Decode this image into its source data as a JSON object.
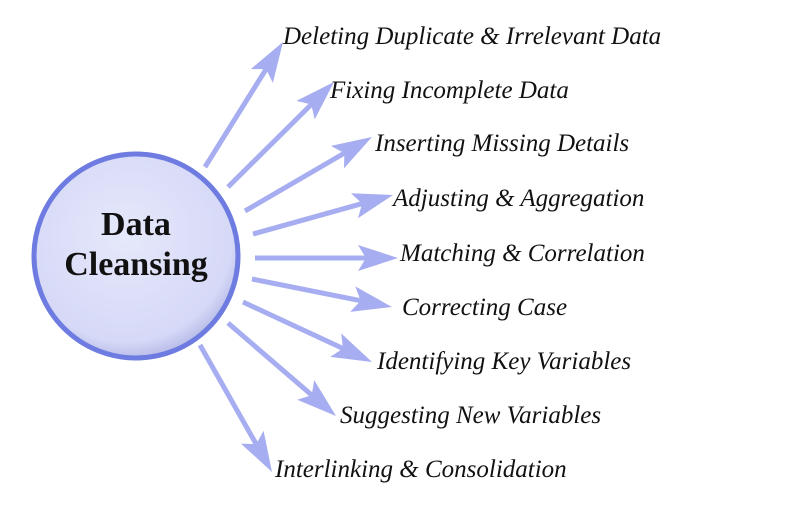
{
  "center": {
    "line1": "Data",
    "line2": "Cleansing"
  },
  "items": [
    {
      "label": "Deleting Duplicate & Irrelevant Data"
    },
    {
      "label": "Fixing Incomplete Data"
    },
    {
      "label": "Inserting Missing Details"
    },
    {
      "label": "Adjusting & Aggregation"
    },
    {
      "label": "Matching & Correlation"
    },
    {
      "label": "Correcting Case"
    },
    {
      "label": "Identifying Key Variables"
    },
    {
      "label": "Suggesting New Variables"
    },
    {
      "label": "Interlinking & Consolidation"
    }
  ],
  "colors": {
    "circle_fill": "#d9dcf8",
    "circle_border": "#6e7be0",
    "arrow": "#a6adf0",
    "text": "#111111"
  }
}
